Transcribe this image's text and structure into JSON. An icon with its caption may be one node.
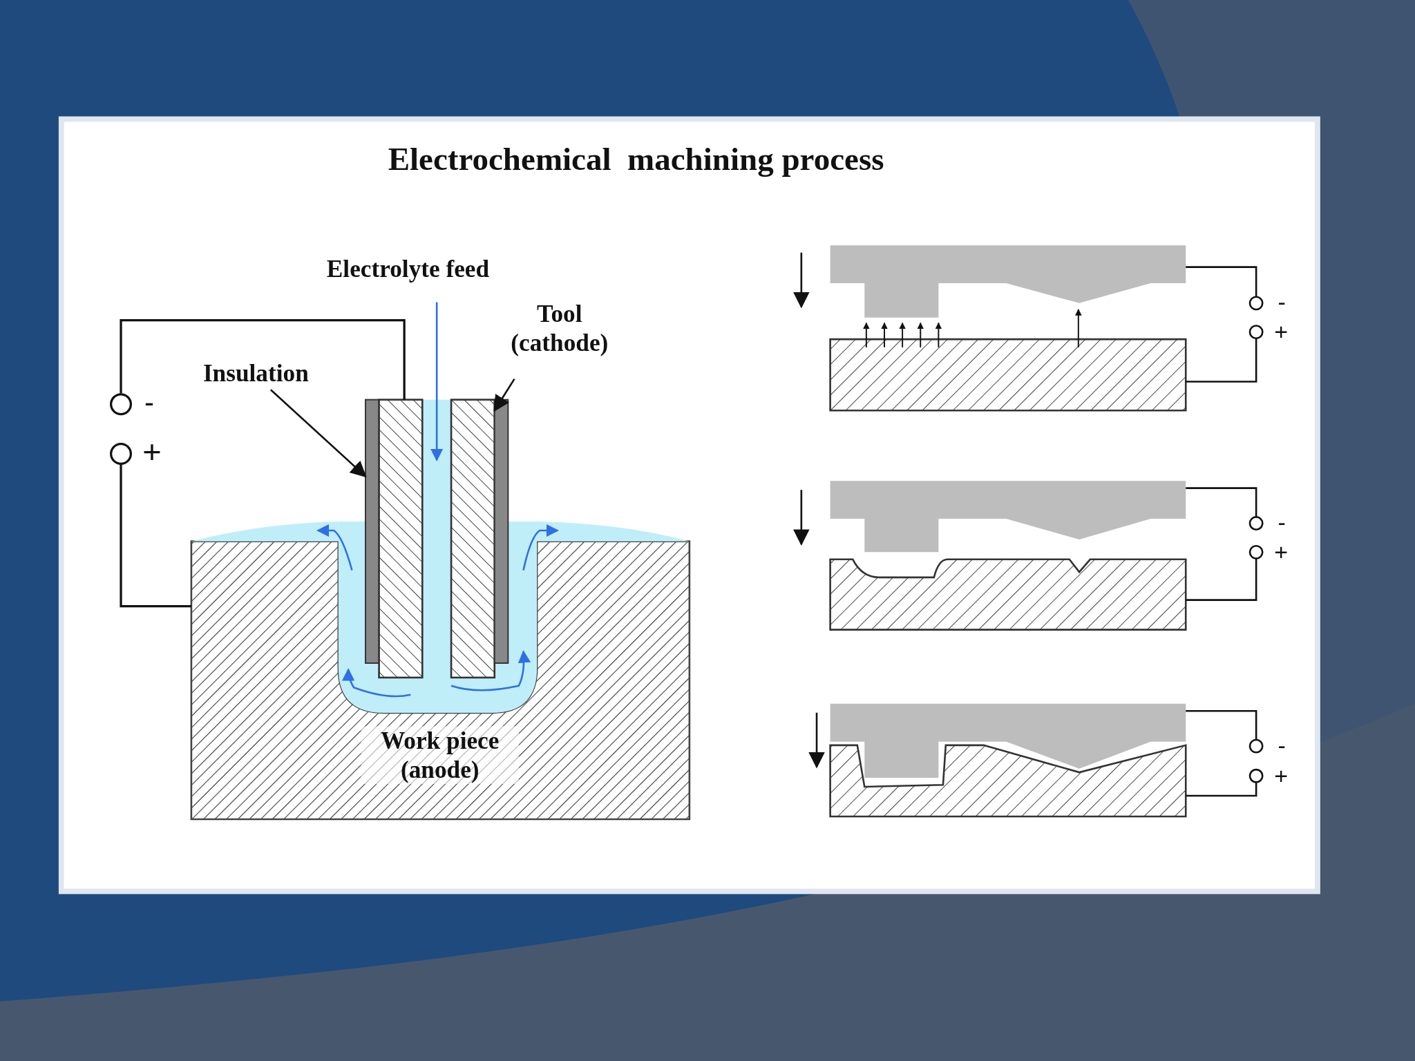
{
  "diagram": {
    "title": "Electrochemical  machining process",
    "nodes": [
      {
        "text": [
          "Insulation"
        ]
      },
      {
        "text": [],
        "shape": "bar"
      },
      {
        "text": [
          "Tool (cathode)"
        ]
      },
      {
        "text": [],
        "shape": "box"
      }
    ],
    "edges": [
      {
        "from": 0,
        "to": 1,
        "arrow": "to"
      },
      {
        "from": 2,
        "to": 3,
        "arrow": "to"
      }
    ],
    "labels": [
      "Electrolyte feed",
      "-",
      "+",
      "Work piece (anode)",
      "-",
      "+",
      "-",
      "+",
      "-",
      "+"
    ]
  }
}
